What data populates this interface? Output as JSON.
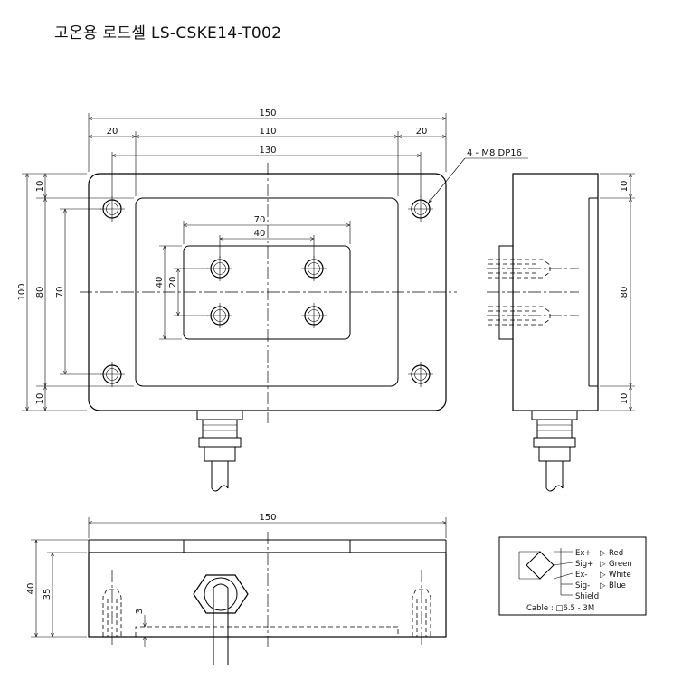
{
  "title": "고온용 로드셀 LS-CSKE14-T002",
  "front_view": {
    "dim_overall_width": "150",
    "dim_left_margin": "20",
    "dim_center": "110",
    "dim_right_margin": "20",
    "dim_hole_pitch": "130",
    "hole_note": "4 - M8 DP16",
    "dim_overall_height": "100",
    "dim_inner_height": "80",
    "dim_hole_pitch_v": "70",
    "dim_top_margin": "10",
    "dim_bottom_margin": "10",
    "dim_pad_width": "70",
    "dim_inner_hole_pitch_h": "40",
    "dim_pad_height": "40",
    "dim_inner_hole_pitch_v": "20"
  },
  "side_view": {
    "dim_top": "10",
    "dim_middle": "80",
    "dim_bottom": "10"
  },
  "bottom_view": {
    "dim_width": "150",
    "dim_height_total": "40",
    "dim_height_body": "35",
    "dim_gap": "3"
  },
  "wiring": {
    "rows": [
      {
        "signal": "Ex+",
        "color": "Red"
      },
      {
        "signal": "Sig+",
        "color": "Green"
      },
      {
        "signal": "Ex-",
        "color": "White"
      },
      {
        "signal": "Sig-",
        "color": "Blue"
      }
    ],
    "shield": "Shield",
    "cable": "Cable : □6.5 - 3M"
  }
}
